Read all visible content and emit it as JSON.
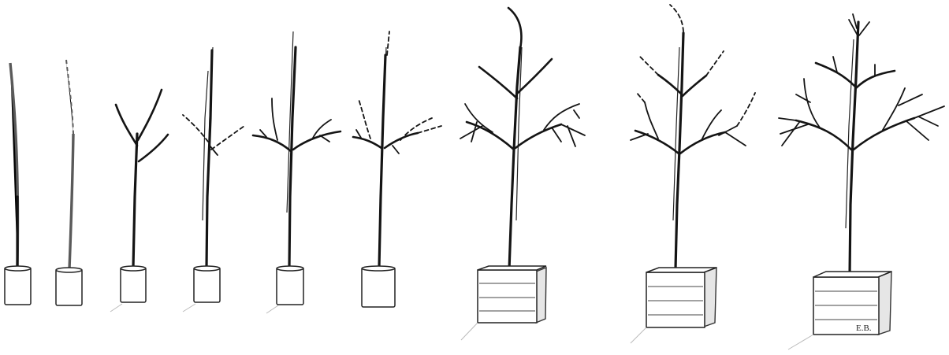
{
  "figure": {
    "stages": [
      {
        "step": 1,
        "container": "pot"
      },
      {
        "step": 2,
        "container": "pot"
      },
      {
        "step": 3,
        "container": "pot"
      },
      {
        "step": 4,
        "container": "pot"
      },
      {
        "step": 5,
        "container": "pot"
      },
      {
        "step": 6,
        "container": "pot"
      },
      {
        "step": 7,
        "container": "crate"
      },
      {
        "step": 8,
        "container": "crate"
      },
      {
        "step": 9,
        "container": "crate"
      }
    ],
    "signature": "E.B."
  }
}
